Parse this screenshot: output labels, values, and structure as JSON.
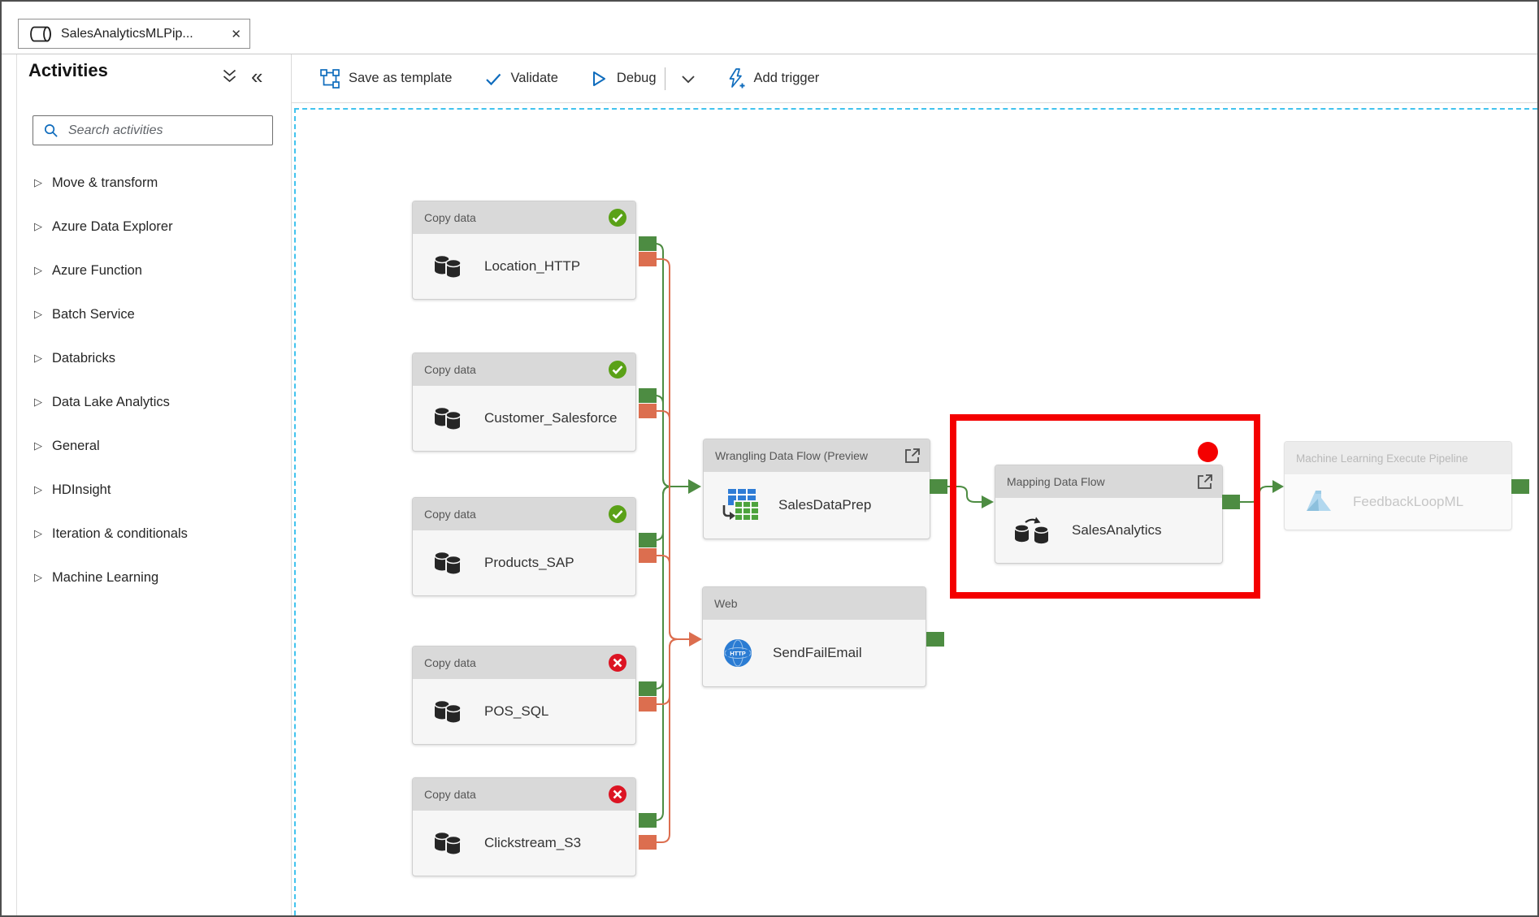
{
  "tab": {
    "title": "SalesAnalyticsMLPip..."
  },
  "icons": {
    "close": "✕",
    "expand": "▷",
    "collapse_left": "«",
    "http_label": "HTTP"
  },
  "sidebar": {
    "title": "Activities",
    "search_placeholder": "Search activities",
    "items": [
      {
        "label": "Move & transform"
      },
      {
        "label": "Azure Data Explorer"
      },
      {
        "label": "Azure Function"
      },
      {
        "label": "Batch Service"
      },
      {
        "label": "Databricks"
      },
      {
        "label": "Data Lake Analytics"
      },
      {
        "label": "General"
      },
      {
        "label": "HDInsight"
      },
      {
        "label": "Iteration & conditionals"
      },
      {
        "label": "Machine Learning"
      }
    ]
  },
  "toolbar": {
    "save_as_template": "Save as template",
    "validate": "Validate",
    "debug": "Debug",
    "add_trigger": "Add trigger"
  },
  "pipeline": {
    "copy_activities": [
      {
        "type": "Copy data",
        "name": "Location_HTTP",
        "status": "succeeded"
      },
      {
        "type": "Copy data",
        "name": "Customer_Salesforce",
        "status": "succeeded"
      },
      {
        "type": "Copy data",
        "name": "Products_SAP",
        "status": "succeeded"
      },
      {
        "type": "Copy data",
        "name": "POS_SQL",
        "status": "failed"
      },
      {
        "type": "Copy data",
        "name": "Clickstream_S3",
        "status": "failed"
      }
    ],
    "wrangling": {
      "type": "Wrangling Data Flow (Preview",
      "name": "SalesDataPrep"
    },
    "web": {
      "type": "Web",
      "name": "SendFailEmail"
    },
    "mapping": {
      "type": "Mapping Data Flow",
      "name": "SalesAnalytics",
      "annotated": "red-highlight"
    },
    "ml": {
      "type": "Machine Learning Execute Pipeline",
      "name": "FeedbackLoopML",
      "state": "disabled"
    }
  },
  "colors": {
    "success_green": "#5aa117",
    "fail_red": "#dc1423",
    "connector_green": "#4d8c42",
    "connector_orange": "#dc6e4f",
    "highlight_red": "#f40000",
    "accent_blue": "#0f6cbd",
    "canvas_dash_cyan": "#41c3ee"
  }
}
